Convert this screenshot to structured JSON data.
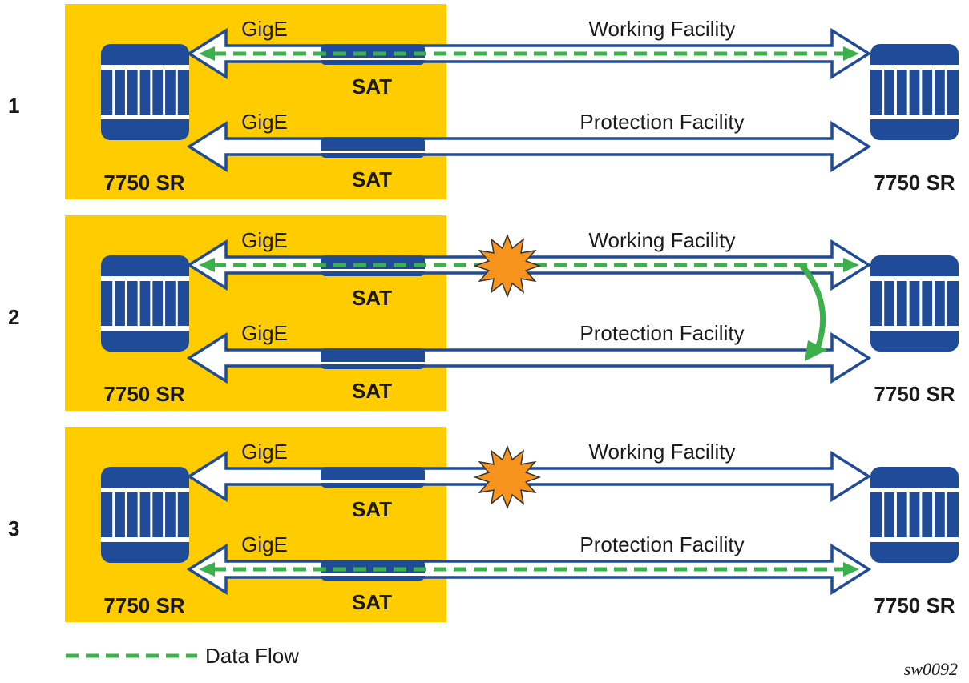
{
  "colors": {
    "background": "#ffffff",
    "site_box": "#ffcc00",
    "device": "#1f4b98",
    "pipe_outline": "#1f4b98",
    "pipe_fill": "#ffffff",
    "data_flow": "#3cb04a",
    "failure": "#f7941d",
    "text": "#1a1a1a"
  },
  "scenarios": [
    {
      "number": "1",
      "left_router": "7750 SR",
      "right_router": "7750 SR",
      "links": [
        {
          "access_label": "GigE",
          "sat_label": "SAT",
          "facility_label": "Working Facility",
          "data_flow": true,
          "failure": false
        },
        {
          "access_label": "GigE",
          "sat_label": "SAT",
          "facility_label": "Protection Facility",
          "data_flow": false,
          "failure": false
        }
      ],
      "switchover": false
    },
    {
      "number": "2",
      "left_router": "7750 SR",
      "right_router": "7750 SR",
      "links": [
        {
          "access_label": "GigE",
          "sat_label": "SAT",
          "facility_label": "Working Facility",
          "data_flow": true,
          "failure": true
        },
        {
          "access_label": "GigE",
          "sat_label": "SAT",
          "facility_label": "Protection Facility",
          "data_flow": false,
          "failure": false
        }
      ],
      "switchover": true
    },
    {
      "number": "3",
      "left_router": "7750 SR",
      "right_router": "7750 SR",
      "links": [
        {
          "access_label": "GigE",
          "sat_label": "SAT",
          "facility_label": "Working Facility",
          "data_flow": false,
          "failure": true
        },
        {
          "access_label": "GigE",
          "sat_label": "SAT",
          "facility_label": "Protection Facility",
          "data_flow": true,
          "failure": false
        }
      ],
      "switchover": false
    }
  ],
  "legend": {
    "data_flow_label": "Data Flow"
  },
  "figure_id": "sw0092"
}
